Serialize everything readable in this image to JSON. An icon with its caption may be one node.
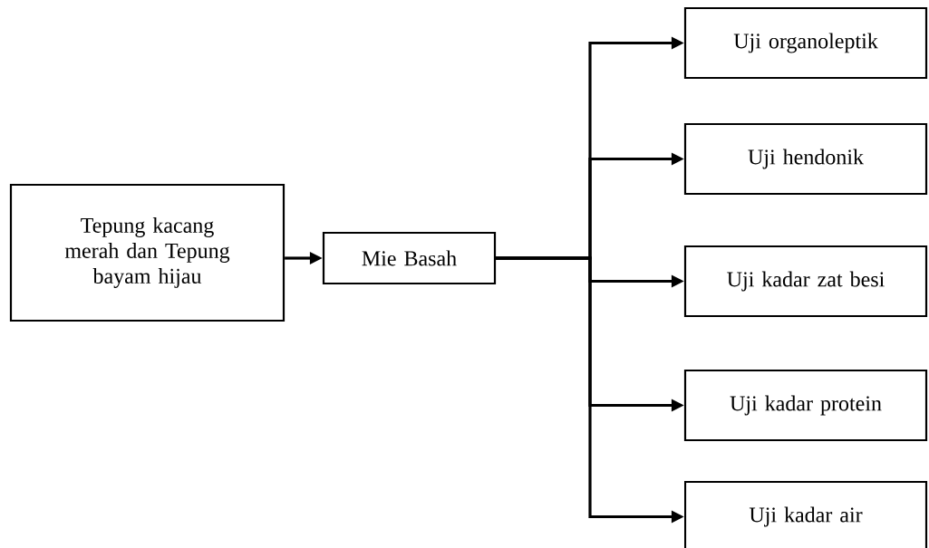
{
  "diagram": {
    "nodes": [
      {
        "text": [
          "Tepung kacang merah dan Tepung bayam hijau"
        ]
      },
      {
        "text": [
          "Mie Basah"
        ]
      },
      {
        "text": [
          "Uji organoleptik"
        ]
      },
      {
        "text": [
          "Uji hendonik"
        ]
      },
      {
        "text": [
          "Uji kadar zat besi"
        ]
      },
      {
        "text": [
          "Uji kadar protein"
        ]
      },
      {
        "text": [
          "Uji kadar air"
        ]
      }
    ],
    "edges": [
      {
        "from": 0,
        "to": 1,
        "arrow": "to"
      },
      {
        "from": 1,
        "to": 2,
        "arrow": "to"
      },
      {
        "from": 1,
        "to": 3,
        "arrow": "to"
      },
      {
        "from": 1,
        "to": 4,
        "arrow": "to"
      },
      {
        "from": 1,
        "to": 5,
        "arrow": "to"
      },
      {
        "from": 1,
        "to": 6,
        "arrow": "to"
      }
    ]
  }
}
